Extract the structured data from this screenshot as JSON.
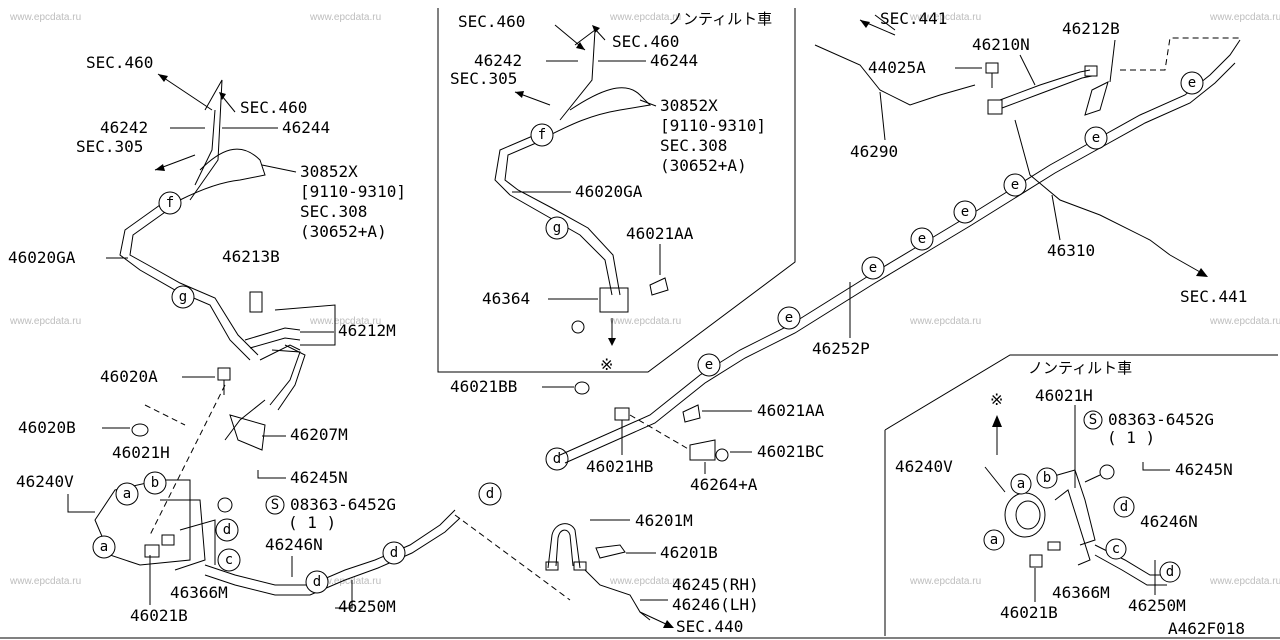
{
  "figure_id": "A462F018",
  "watermark": "www.epcdata.ru",
  "sec": {
    "s460": "SEC.460",
    "s305": "SEC.305",
    "s441": "SEC.441",
    "s440": "SEC.440",
    "s308": "SEC.308"
  },
  "parts": {
    "p46242": "46242",
    "p46244": "46244",
    "p30852x": "30852X",
    "range": "[9110-9310]",
    "p30652a": "(30652+A)",
    "p46020ga": "46020GA",
    "p46213b": "46213B",
    "p46212m": "46212M",
    "p46020a": "46020A",
    "p46020b": "46020B",
    "p46207m": "46207M",
    "p46021h": "46021H",
    "p46240v": "46240V",
    "p46245n": "46245N",
    "p08363": "08363-6452G",
    "qty1": "( 1 )",
    "p46246n": "46246N",
    "p46366m": "46366M",
    "p46021b": "46021B",
    "p46250m": "46250M",
    "p46021aa": "46021AA",
    "p46364": "46364",
    "p46210n": "46210N",
    "p46212b": "46212B",
    "p44025a": "44025A",
    "p46290": "46290",
    "p46310": "46310",
    "p46252p": "46252P",
    "p46021bb": "46021BB",
    "p46021hb": "46021HB",
    "p46021bc": "46021BC",
    "p46264a": "46264+A",
    "p46201m": "46201M",
    "p46201b": "46201B",
    "p46245rh": "46245(RH)",
    "p46246lh": "46246(LH)",
    "s_symbol": "S"
  },
  "notes": {
    "non_tilt": "ノンティルト車",
    "mark": "※"
  },
  "connectors": {
    "a": "a",
    "b": "b",
    "c": "c",
    "d": "d",
    "e": "e",
    "f": "f",
    "g": "g"
  }
}
